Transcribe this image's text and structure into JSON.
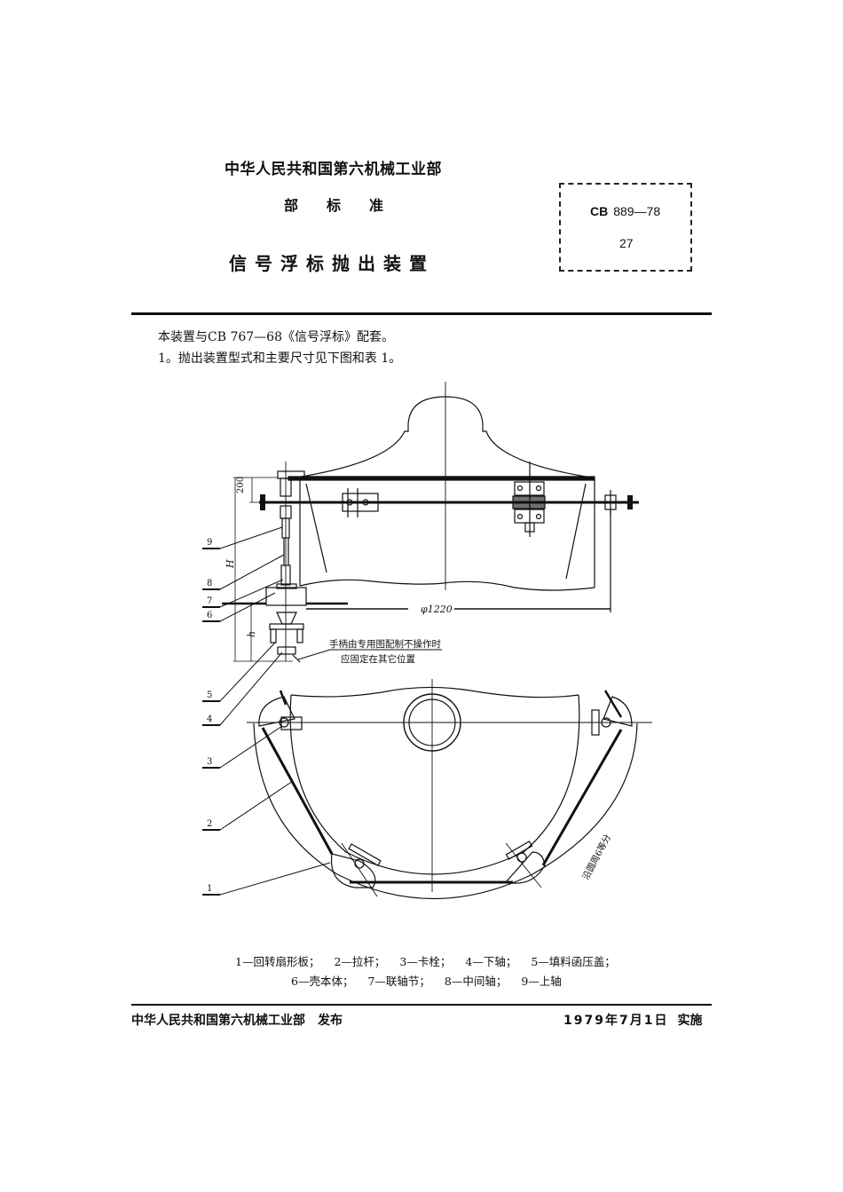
{
  "header": {
    "organization": "中华人民共和国第六机械工业部",
    "standard_type_chars": [
      "部",
      "标",
      "准"
    ],
    "title": "信号浮标抛出装置"
  },
  "code_box": {
    "prefix": "CB",
    "number": "889—78",
    "page": "27"
  },
  "body": {
    "intro": "本装置与CB 767—68《信号浮标》配套。",
    "item1": "1。抛出装置型式和主要尺寸见下图和表 1。"
  },
  "drawing": {
    "dimension_200": "200",
    "dimension_H": "H",
    "dimension_h": "h",
    "dimension_diameter": "φ1220",
    "note_line1": "手柄由专用图配制不操作时",
    "note_line2": "应固定在其它位置",
    "rotated_note": "沿圆周6等分",
    "callouts": [
      "9",
      "8",
      "7",
      "6",
      "5",
      "4",
      "3",
      "2",
      "1"
    ]
  },
  "legend": {
    "row1": [
      "1—回转扇形板；",
      "2—拉杆；",
      "3—卡栓；",
      "4—下轴；",
      "5—填料函压盖；"
    ],
    "row2": [
      "6—壳本体；",
      "7—联轴节；",
      "8—中间轴；",
      "9—上轴"
    ]
  },
  "footer": {
    "publisher": "中华人民共和国第六机械工业部　发布",
    "date": "1979年7月1日",
    "implement": "实施"
  }
}
